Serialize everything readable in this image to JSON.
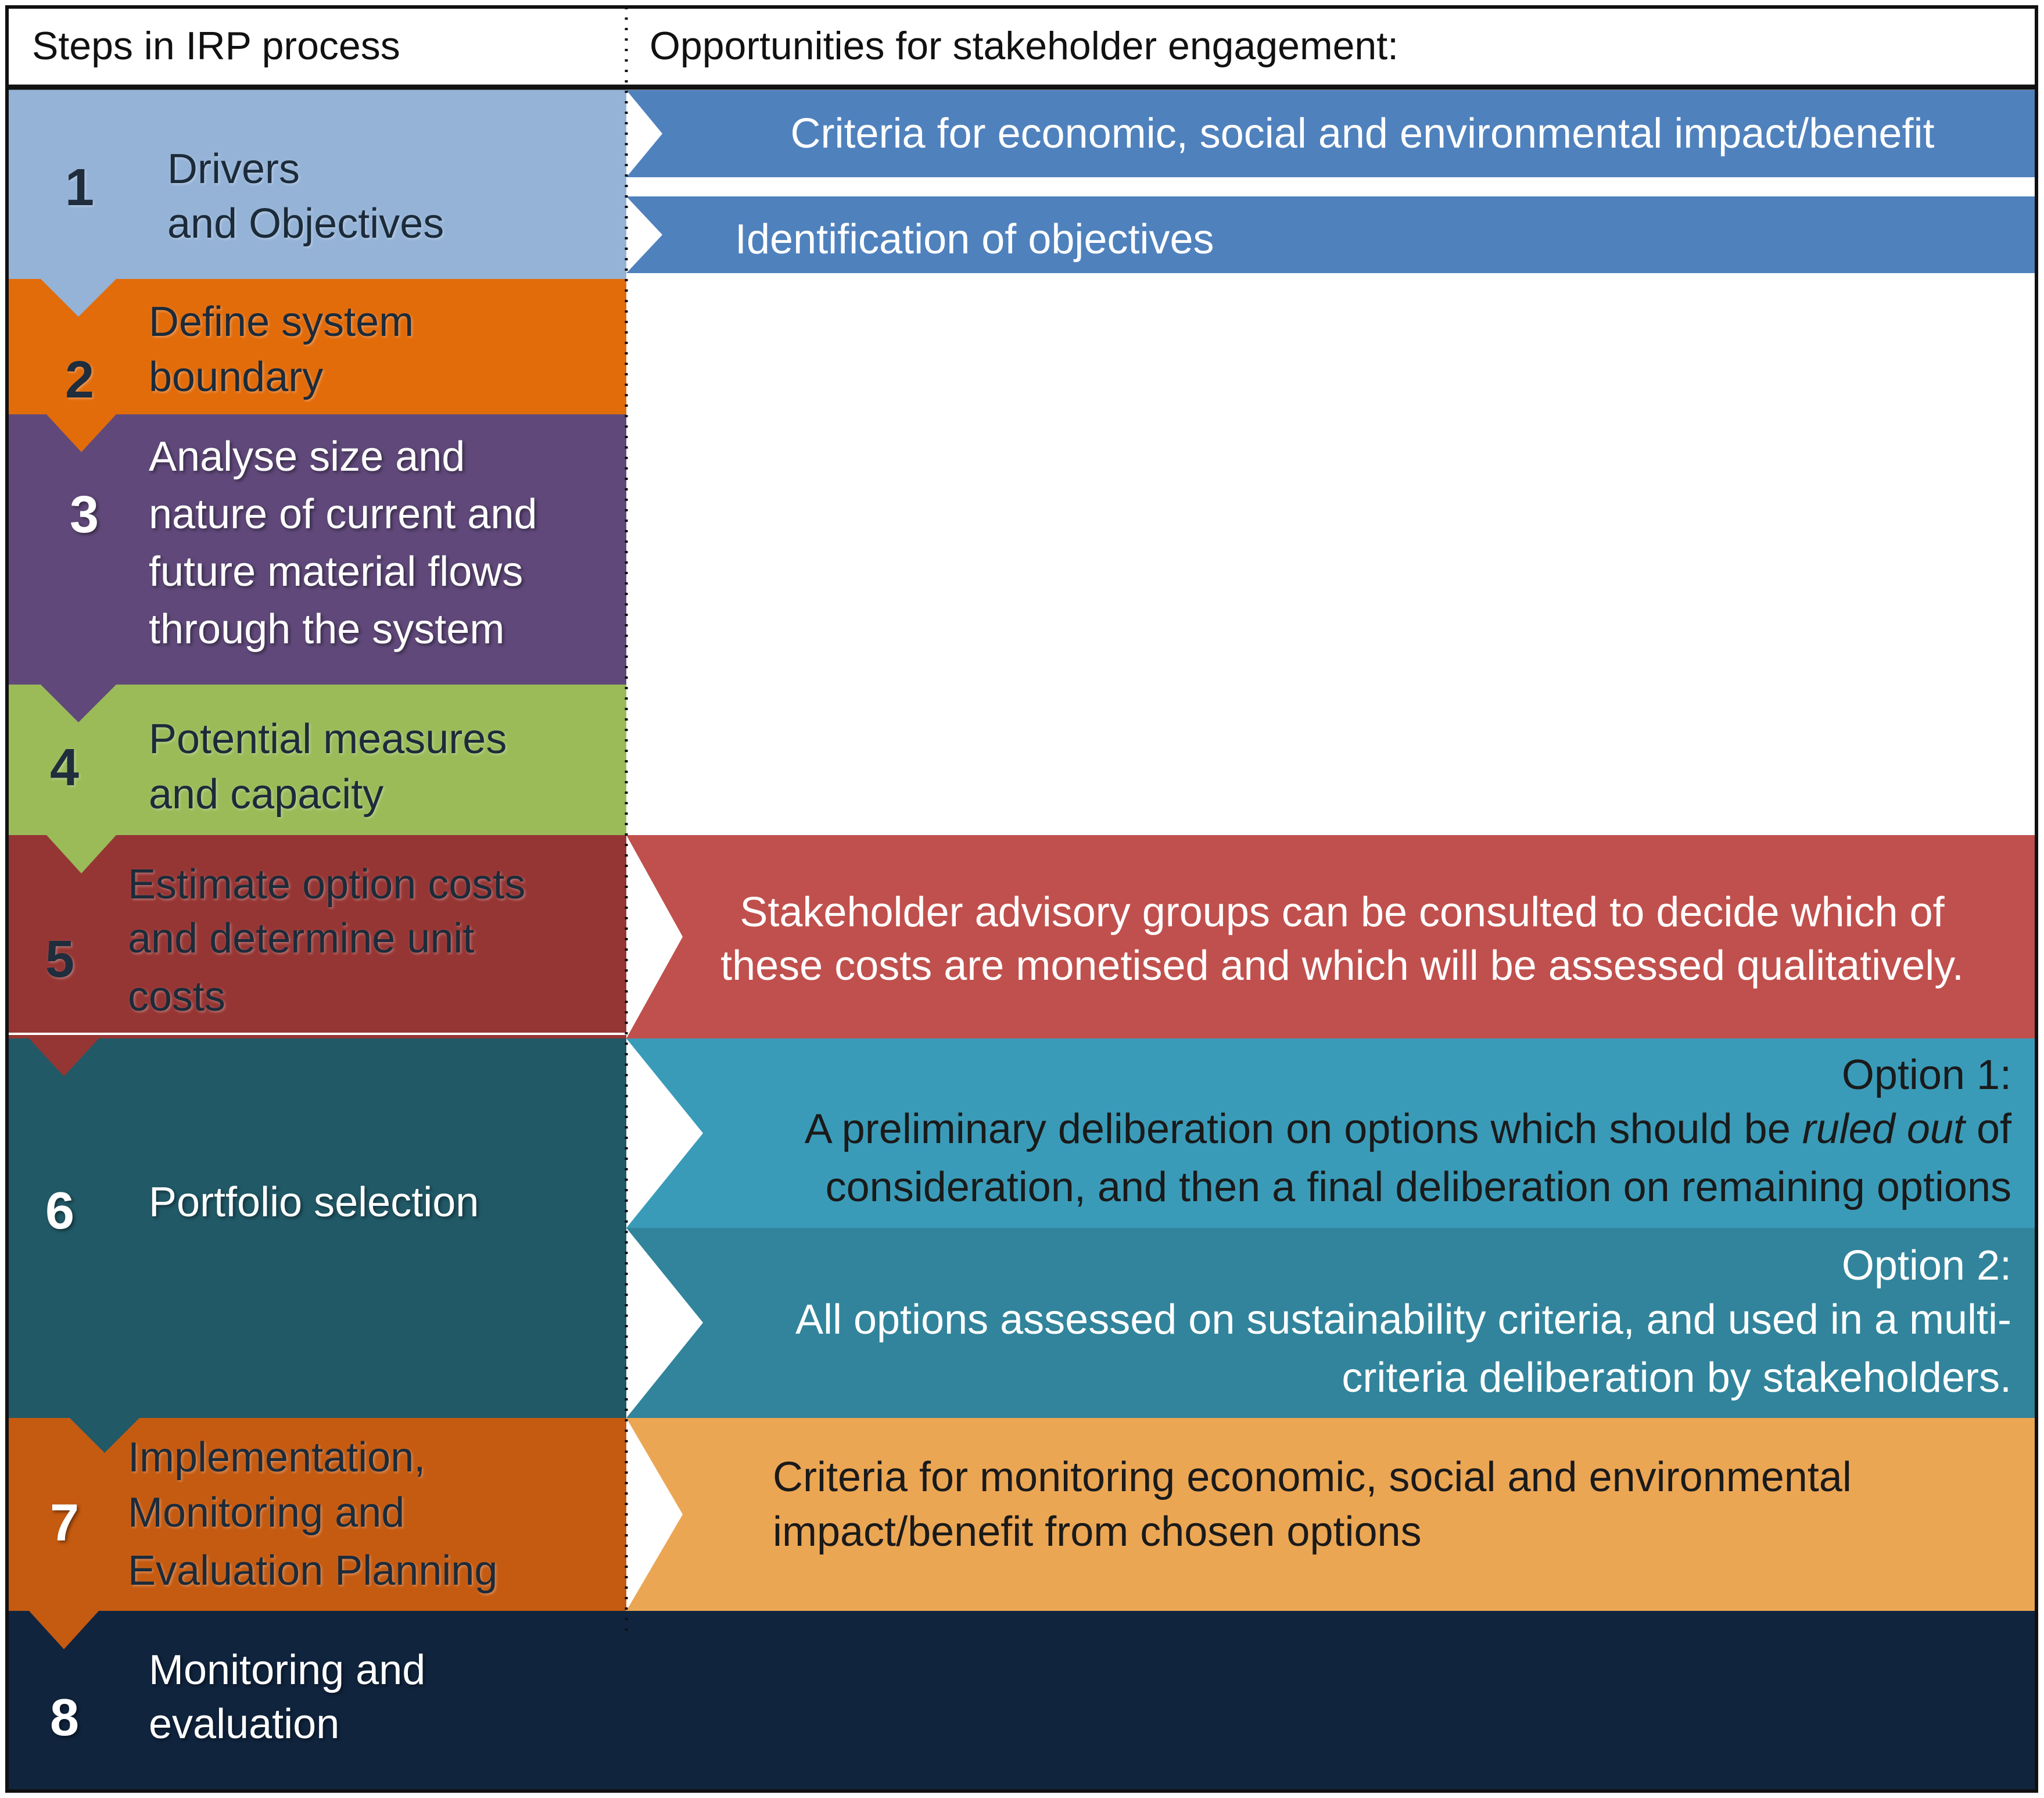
{
  "header": {
    "left": "Steps in IRP process",
    "right": "Opportunities for stakeholder engagement:"
  },
  "steps": [
    {
      "number": "1",
      "line1": "Drivers",
      "line2": "and Objectives",
      "color": "#95b3d7"
    },
    {
      "number": "2",
      "line1": "Define system",
      "line2": "boundary",
      "color": "#e26b0a"
    },
    {
      "number": "3",
      "line1": "Analyse size and",
      "line2": "nature of current and",
      "line3": "future material flows",
      "line4": "through the system",
      "color": "#60497a"
    },
    {
      "number": "4",
      "line1": "Potential measures",
      "line2": "and capacity",
      "color": "#9bbb59"
    },
    {
      "number": "5",
      "line1": "Estimate option costs",
      "line2": "and determine unit",
      "line3": "costs",
      "color": "#963634"
    },
    {
      "number": "6",
      "line1": "Portfolio selection",
      "color": "#215967"
    },
    {
      "number": "7",
      "line1": "Implementation,",
      "line2": "Monitoring and",
      "line3": "Evaluation Planning",
      "color": "#c55a11"
    },
    {
      "number": "8",
      "line1": "Monitoring and",
      "line2": "evaluation",
      "color": "#10243e"
    }
  ],
  "opportunities": {
    "criteria_impact": "Criteria for economic, social and environmental impact/benefit",
    "objectives": "Identification of objectives",
    "advisory": {
      "line1": "Stakeholder advisory groups can be consulted to decide which of",
      "line2": "these costs are monetised and which will be assessed qualitatively."
    },
    "option1": {
      "title": "Option 1:",
      "line1_before": "A preliminary deliberation on options which should be ",
      "line1_emph": "ruled out",
      "line1_after": " of",
      "line2": "consideration, and then a final deliberation on remaining options"
    },
    "option2": {
      "title": "Option 2:",
      "line1": "All options assessed on sustainability criteria, and used in a multi-",
      "line2": "criteria deliberation by stakeholders."
    },
    "monitoring": {
      "line1": "Criteria for monitoring economic, social and environmental",
      "line2": "impact/benefit from chosen options"
    }
  },
  "colors": {
    "blue_banner": "#4f81bd",
    "red_banner": "#c0504d",
    "teal_option1": "#3a9bb8",
    "teal_option2": "#31849b",
    "orange_banner": "#eba654",
    "border": "#111111"
  }
}
